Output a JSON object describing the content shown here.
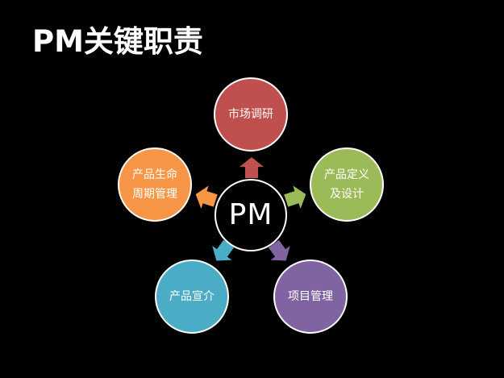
{
  "slide": {
    "title": "PM关键职责",
    "background": "#000000"
  },
  "center": {
    "label": "PM"
  },
  "nodes": [
    {
      "id": "market-research",
      "lines": [
        "市场调研"
      ],
      "color": "#c0504d"
    },
    {
      "id": "product-definition-design",
      "lines": [
        "产品定义",
        "及设计"
      ],
      "color": "#9bbb59"
    },
    {
      "id": "project-management",
      "lines": [
        "项目管理"
      ],
      "color": "#8064a2"
    },
    {
      "id": "product-promotion",
      "lines": [
        "产品宣介"
      ],
      "color": "#4bacc6"
    },
    {
      "id": "product-lifecycle-management",
      "lines": [
        "产品生命",
        "周期管理"
      ],
      "color": "#f79646"
    }
  ],
  "arrows": [
    {
      "target": "market-research",
      "color": "#c0504d",
      "icon": "arrow-up-icon"
    },
    {
      "target": "product-definition-design",
      "color": "#9bbb59",
      "icon": "arrow-upper-right-icon"
    },
    {
      "target": "project-management",
      "color": "#8064a2",
      "icon": "arrow-lower-right-icon"
    },
    {
      "target": "product-promotion",
      "color": "#4bacc6",
      "icon": "arrow-lower-left-icon"
    },
    {
      "target": "product-lifecycle-management",
      "color": "#f79646",
      "icon": "arrow-upper-left-icon"
    }
  ]
}
